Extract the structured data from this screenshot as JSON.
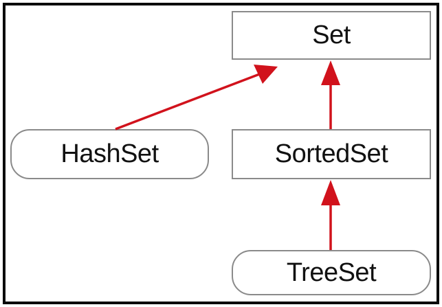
{
  "diagram": {
    "nodes": [
      {
        "id": "set",
        "label": "Set",
        "shape": "rectangle"
      },
      {
        "id": "hashset",
        "label": "HashSet",
        "shape": "rounded"
      },
      {
        "id": "sortedset",
        "label": "SortedSet",
        "shape": "rectangle"
      },
      {
        "id": "treeset",
        "label": "TreeSet",
        "shape": "rounded"
      }
    ],
    "edges": [
      {
        "from": "hashset",
        "to": "set"
      },
      {
        "from": "sortedset",
        "to": "set"
      },
      {
        "from": "treeset",
        "to": "sortedset"
      }
    ],
    "colors": {
      "arrow": "#d1121c",
      "node_border": "#8a8a8a",
      "frame_border": "#0a0a0a",
      "text": "#111111"
    }
  }
}
